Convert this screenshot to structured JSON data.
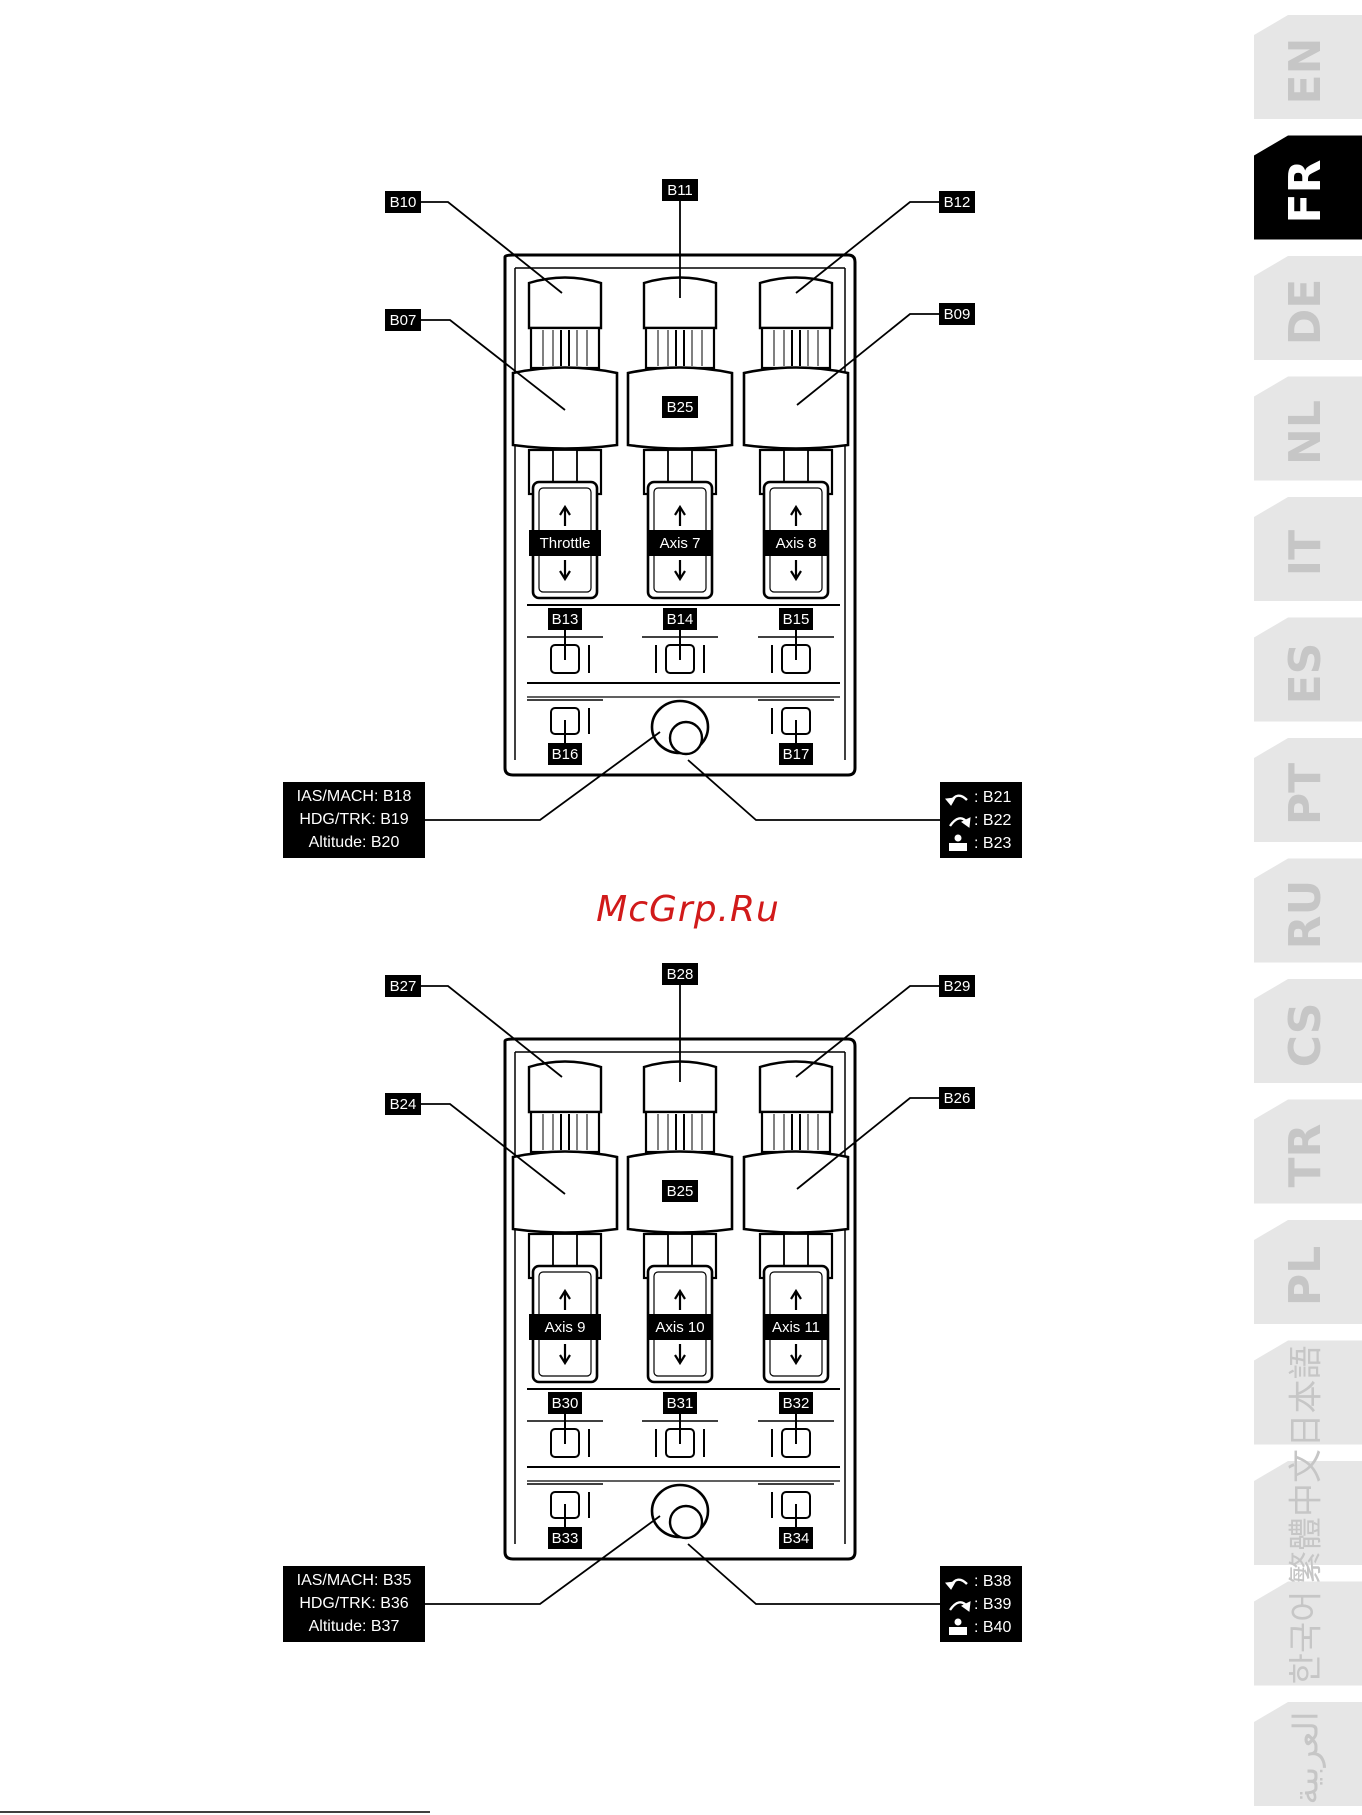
{
  "watermark": "McGrp.Ru",
  "languages": [
    {
      "code": "EN",
      "active": false
    },
    {
      "code": "FR",
      "active": true
    },
    {
      "code": "DE",
      "active": false
    },
    {
      "code": "NL",
      "active": false
    },
    {
      "code": "IT",
      "active": false
    },
    {
      "code": "ES",
      "active": false
    },
    {
      "code": "PT",
      "active": false
    },
    {
      "code": "RU",
      "active": false
    },
    {
      "code": "CS",
      "active": false
    },
    {
      "code": "TR",
      "active": false
    },
    {
      "code": "PL",
      "active": false
    },
    {
      "code": "日本語",
      "active": false
    },
    {
      "code": "繁體中文",
      "active": false
    },
    {
      "code": "한국어",
      "active": false
    },
    {
      "code": "العربية",
      "active": false
    }
  ],
  "colors": {
    "tab_active": "#000000",
    "tab_inactive": "#e6e6e6",
    "tab_text_inactive": "#c6c6c6",
    "label_bg": "#000000",
    "watermark": "#d11a1a"
  },
  "diagrams": [
    {
      "top_left": "B10",
      "top_center": "B11",
      "top_right": "B12",
      "mid_left": "B07",
      "mid_center": "B25",
      "mid_right": "B09",
      "axes": [
        "Throttle",
        "Axis 7",
        "Axis 8"
      ],
      "row1": [
        "B13",
        "B14",
        "B15"
      ],
      "row2_left": "B16",
      "row2_right": "B17",
      "knob_lines": [
        "IAS/MACH: B18",
        "HDG/TRK: B19",
        "Altitude: B20"
      ],
      "rotary_lines": [
        ": B21",
        ": B22",
        ": B23"
      ]
    },
    {
      "top_left": "B27",
      "top_center": "B28",
      "top_right": "B29",
      "mid_left": "B24",
      "mid_center": "B25",
      "mid_right": "B26",
      "axes": [
        "Axis 9",
        "Axis 10",
        "Axis 11"
      ],
      "row1": [
        "B30",
        "B31",
        "B32"
      ],
      "row2_left": "B33",
      "row2_right": "B34",
      "knob_lines": [
        "IAS/MACH: B35",
        "HDG/TRK: B36",
        "Altitude: B37"
      ],
      "rotary_lines": [
        ": B38",
        ": B39",
        ": B40"
      ]
    }
  ]
}
